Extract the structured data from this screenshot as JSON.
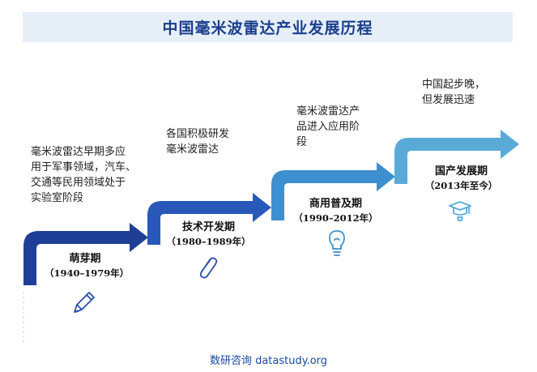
{
  "title": "中国毫米波雷达产业发展历程",
  "stages": [
    {
      "name": "萌芽期",
      "years": "（1940–1979年）",
      "desc": [
        "毫米波雷达早期多应",
        "用于军事领域，汽车、",
        "交通等民用领域处于",
        "实验室阶段"
      ],
      "icon": "pencil-icon"
    },
    {
      "name": "技术开发期",
      "years": "（1980–1989年）",
      "desc": [
        "各国积极研发",
        "毫米波雷达"
      ],
      "icon": "paperclip-icon"
    },
    {
      "name": "商用普及期",
      "years": "（1990–2012年）",
      "desc": [
        "毫米波雷达产",
        "品进入应用阶",
        "段"
      ],
      "icon": "lightbulb-icon"
    },
    {
      "name": "国产发展期",
      "years": "（2013年至今）",
      "desc": [
        "中国起步晚，",
        "但发展迅速"
      ],
      "icon": "graduation-cap-icon"
    }
  ],
  "colors": {
    "stage1": "#1f3f96",
    "stage2": "#2858b8",
    "stage3": "#3d8fcf",
    "stage4": "#5aaad8",
    "title_bg": "#e6eef8",
    "title_text": "#1a3f8c"
  },
  "footer": "数研咨询 datastudy.org"
}
